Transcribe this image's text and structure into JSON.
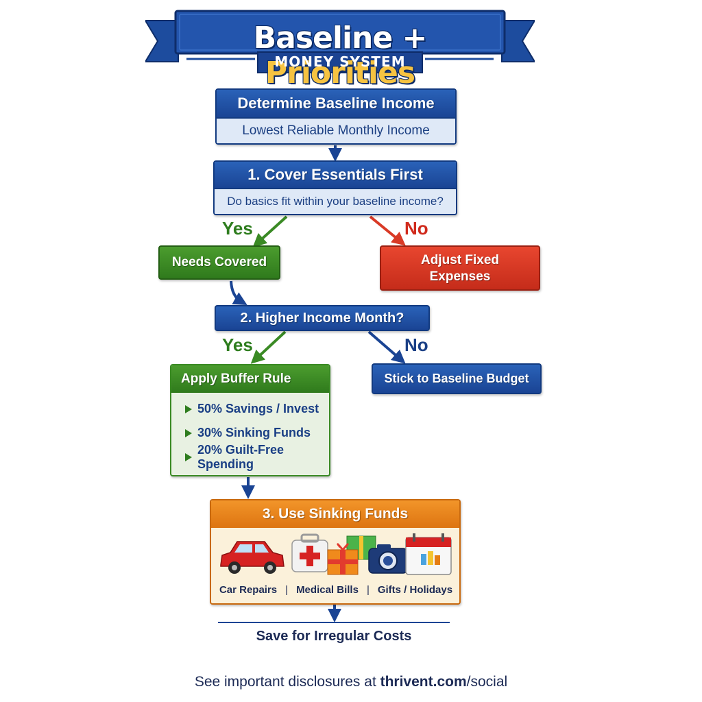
{
  "banner": {
    "title_part1": "Baseline +",
    "title_part2": "Priorities",
    "subtitle": "MONEY SYSTEM"
  },
  "baseline": {
    "title": "Determine Baseline Income",
    "subtitle": "Lowest Reliable Monthly Income"
  },
  "step1": {
    "title": "1. Cover Essentials First",
    "question": "Do basics fit within your baseline income?",
    "yes_label": "Yes",
    "no_label": "No",
    "yes_result": "Needs Covered",
    "no_result_line1": "Adjust Fixed",
    "no_result_line2": "Expenses"
  },
  "step2": {
    "title": "2. Higher Income Month?",
    "yes_label": "Yes",
    "no_label": "No",
    "no_result": "Stick to Baseline Budget"
  },
  "buffer": {
    "title": "Apply Buffer Rule",
    "items": [
      "50% Savings / Invest",
      "30% Sinking Funds",
      "20% Guilt-Free Spending"
    ]
  },
  "step3": {
    "title": "3. Use Sinking Funds",
    "icons": [
      "car-icon",
      "first-aid-kit-icon",
      "gift-box-icon",
      "camera-icon",
      "calendar-icon"
    ],
    "labels": [
      "Car Repairs",
      "Medical Bills",
      "Gifts / Holidays"
    ],
    "separator": "|"
  },
  "outcome": "Save for Irregular Costs",
  "footer": {
    "prefix": "See important disclosures at ",
    "domain": "thrivent.com",
    "path": "/social"
  },
  "colors": {
    "blue": "#1a4494",
    "green": "#3a8a24",
    "red": "#d93a26",
    "orange": "#e57d14",
    "gold": "#f6c341"
  }
}
